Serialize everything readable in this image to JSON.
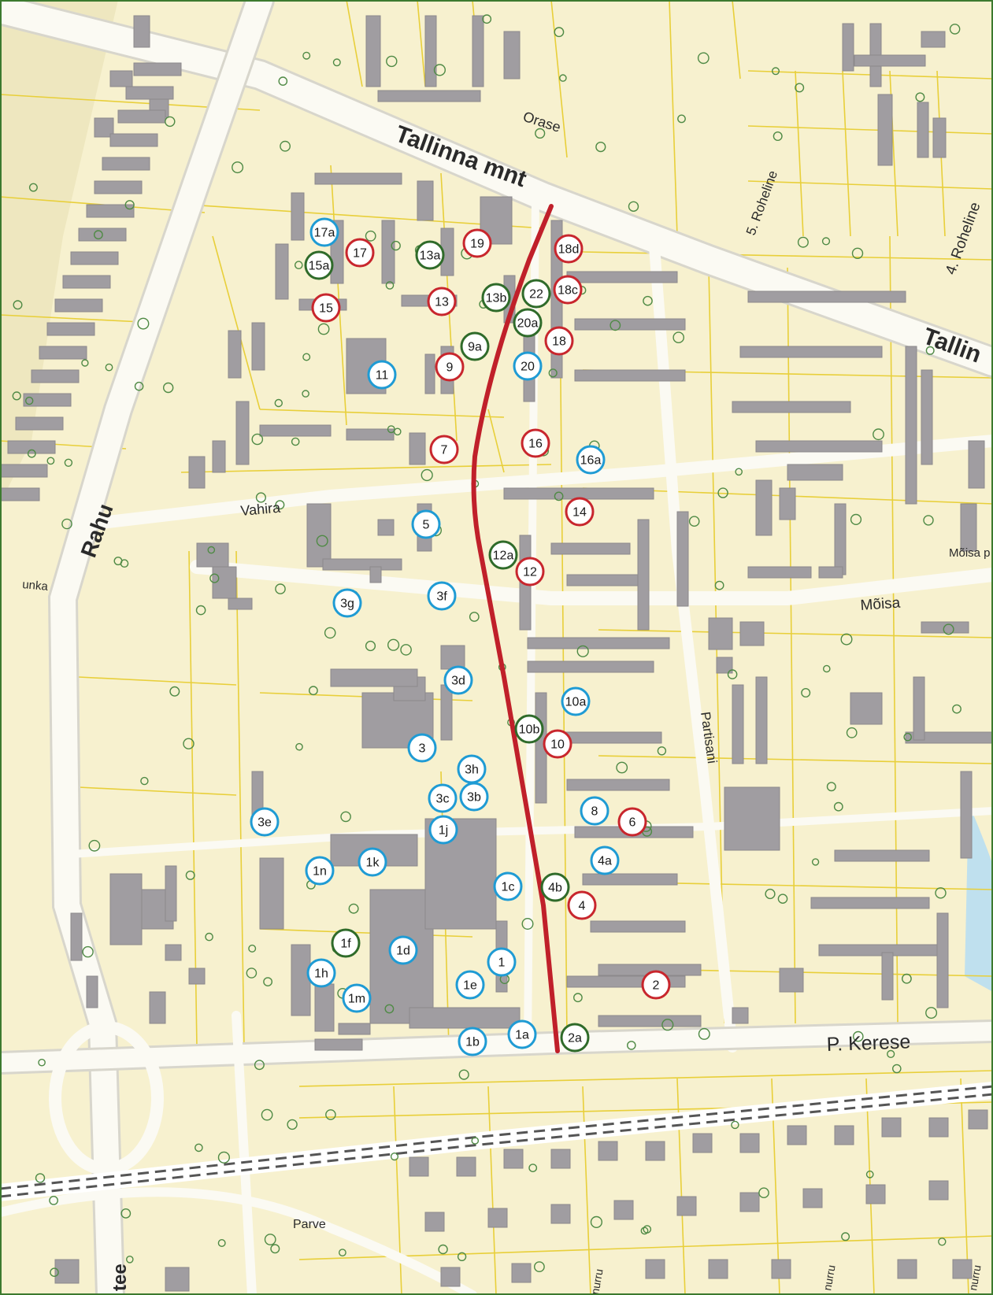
{
  "colors": {
    "background": "#f7f1cf",
    "parcel_line": "#e8cf3a",
    "building": "#a09da1",
    "road": "#fbfaf3",
    "route": "#c0202a",
    "marker_red": "#c8262d",
    "marker_green": "#2f6b2a",
    "marker_blue": "#1f9bd4",
    "railway": "#555555"
  },
  "streets": {
    "tallinna_mnt": "Tallinna mnt",
    "tallinna_east": "Tallin",
    "orase": "Orase",
    "roheline_5": "5. Roheline",
    "roheline_4": "4. Roheline",
    "rahu": "Rahu",
    "vahira": "Vahira",
    "moisa": "Mõisa",
    "moisa_p": "Mõisa p",
    "partisani": "Partisani",
    "p_kerese": "P. Kerese",
    "parve": "Parve",
    "tee": "tee",
    "kunka": "unka",
    "nurru_1": "nurru",
    "nurru_2": "nurru",
    "nurru_3": "nurru"
  },
  "route": {
    "name": "route-line",
    "color": "#c0202a"
  },
  "markers": [
    {
      "label": "17a",
      "color": "blue"
    },
    {
      "label": "17",
      "color": "red"
    },
    {
      "label": "15a",
      "color": "green"
    },
    {
      "label": "15",
      "color": "red"
    },
    {
      "label": "13a",
      "color": "green"
    },
    {
      "label": "19",
      "color": "red"
    },
    {
      "label": "13",
      "color": "red"
    },
    {
      "label": "13b",
      "color": "green"
    },
    {
      "label": "22",
      "color": "green"
    },
    {
      "label": "18d",
      "color": "red"
    },
    {
      "label": "18c",
      "color": "red"
    },
    {
      "label": "20a",
      "color": "green"
    },
    {
      "label": "18",
      "color": "red"
    },
    {
      "label": "9a",
      "color": "green"
    },
    {
      "label": "9",
      "color": "red"
    },
    {
      "label": "11",
      "color": "blue"
    },
    {
      "label": "20",
      "color": "blue"
    },
    {
      "label": "7",
      "color": "red"
    },
    {
      "label": "16",
      "color": "red"
    },
    {
      "label": "16a",
      "color": "blue"
    },
    {
      "label": "5",
      "color": "blue"
    },
    {
      "label": "14",
      "color": "red"
    },
    {
      "label": "12a",
      "color": "green"
    },
    {
      "label": "12",
      "color": "red"
    },
    {
      "label": "3g",
      "color": "blue"
    },
    {
      "label": "3f",
      "color": "blue"
    },
    {
      "label": "3d",
      "color": "blue"
    },
    {
      "label": "10a",
      "color": "blue"
    },
    {
      "label": "10b",
      "color": "green"
    },
    {
      "label": "10",
      "color": "red"
    },
    {
      "label": "3",
      "color": "blue"
    },
    {
      "label": "3h",
      "color": "blue"
    },
    {
      "label": "3c",
      "color": "blue"
    },
    {
      "label": "3b",
      "color": "blue"
    },
    {
      "label": "3e",
      "color": "blue"
    },
    {
      "label": "1j",
      "color": "blue"
    },
    {
      "label": "8",
      "color": "blue"
    },
    {
      "label": "6",
      "color": "red"
    },
    {
      "label": "1n",
      "color": "blue"
    },
    {
      "label": "1k",
      "color": "blue"
    },
    {
      "label": "4a",
      "color": "blue"
    },
    {
      "label": "1c",
      "color": "blue"
    },
    {
      "label": "4b",
      "color": "green"
    },
    {
      "label": "4",
      "color": "red"
    },
    {
      "label": "1f",
      "color": "green"
    },
    {
      "label": "1d",
      "color": "blue"
    },
    {
      "label": "1",
      "color": "blue"
    },
    {
      "label": "1h",
      "color": "blue"
    },
    {
      "label": "1e",
      "color": "blue"
    },
    {
      "label": "2",
      "color": "red"
    },
    {
      "label": "1m",
      "color": "blue"
    },
    {
      "label": "1b",
      "color": "blue"
    },
    {
      "label": "1a",
      "color": "blue"
    },
    {
      "label": "2a",
      "color": "green"
    }
  ]
}
